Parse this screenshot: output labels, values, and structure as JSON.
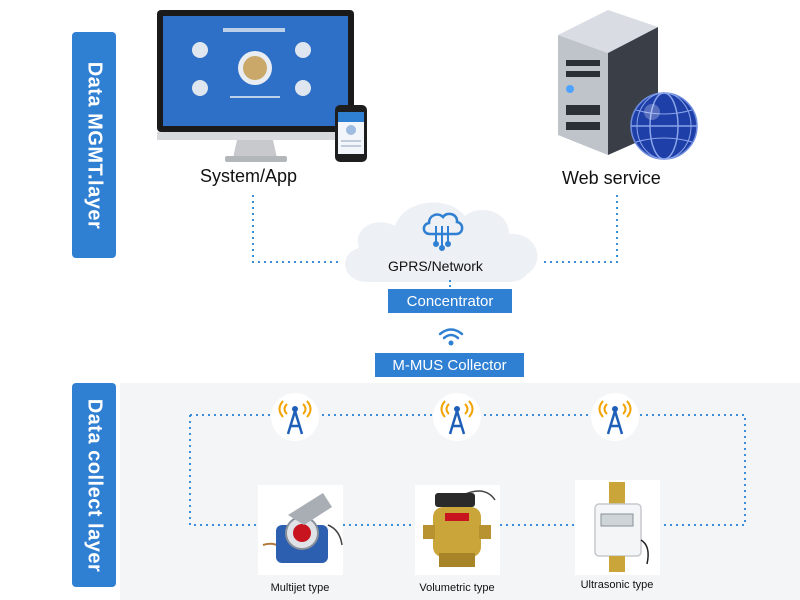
{
  "layers": {
    "top": "Data MGMT.layer",
    "bottom": "Data collect layer"
  },
  "nodes": {
    "system_app": "System/App",
    "web_service": "Web service",
    "network": "GPRS/Network",
    "concentrator": "Concentrator",
    "collector": "M-MUS Collector"
  },
  "meters": [
    {
      "label": "Multijet type"
    },
    {
      "label": "Volumetric type"
    },
    {
      "label": "Ultrasonic type"
    }
  ],
  "colors": {
    "accent": "#2f7fd3",
    "dotted_line": "#3a8fd8",
    "cloud": "#eef1f5"
  }
}
